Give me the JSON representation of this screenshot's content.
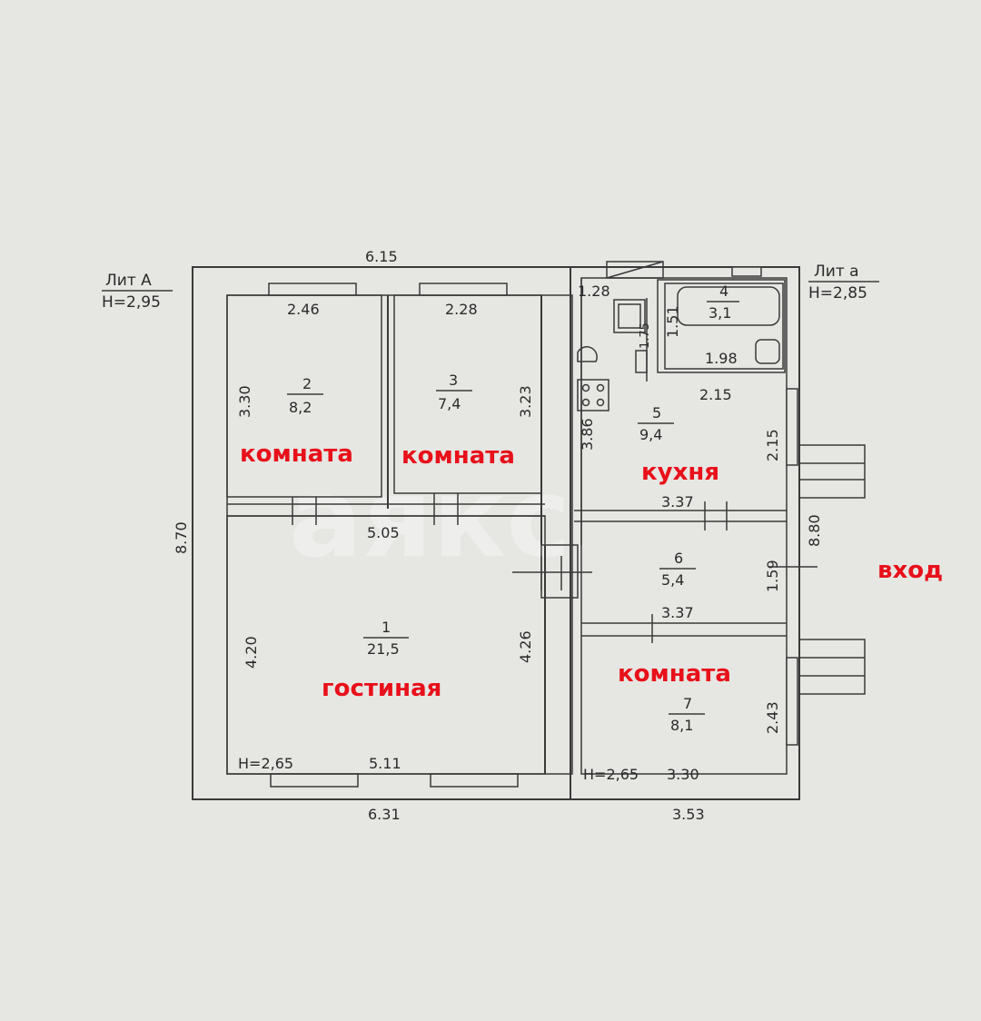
{
  "watermark": "аякс",
  "lit_main": {
    "name": "Лит А",
    "height": "Н=2,95"
  },
  "lit_annex": {
    "name": "Лит а",
    "height": "Н=2,85"
  },
  "rooms": [
    {
      "number": "2",
      "area": "8,2",
      "label": "комната"
    },
    {
      "number": "3",
      "area": "7,4",
      "label": "комната"
    },
    {
      "number": "1",
      "area": "21,5",
      "label": "гостиная"
    },
    {
      "number": "4",
      "area": "3,1",
      "label": ""
    },
    {
      "number": "5",
      "area": "9,4",
      "label": "кухня"
    },
    {
      "number": "6",
      "area": "5,4",
      "label": ""
    },
    {
      "number": "7",
      "area": "8,1",
      "label": "комната"
    }
  ],
  "entrance_label": "вход",
  "dimensions": {
    "top_overall": "6.15",
    "left_overall": "8.70",
    "right_overall": "8.80",
    "bottom_left": "6.31",
    "bottom_right": "3.53",
    "room2_width": "2.46",
    "room2_height": "3.30",
    "room3_width": "2.28",
    "room3_height": "3.23",
    "corridor_width": "5.05",
    "room1_height_left": "4.20",
    "room1_height_right": "4.26",
    "room1_width": "5.11",
    "room1_ceiling": "Н=2,65",
    "wc_width": "1.28",
    "wc_depth": "1.75",
    "bath_height": "1.51",
    "bath_width": "1.98",
    "bath_outer": "2.15",
    "kitchen_left": "3.86",
    "kitchen_right": "2.15",
    "hall_top": "3.37",
    "hall_bottom": "3.37",
    "hall_height": "1.59",
    "room7_height": "2.43",
    "room7_width": "3.30",
    "room7_ceiling": "Н=2,65"
  }
}
